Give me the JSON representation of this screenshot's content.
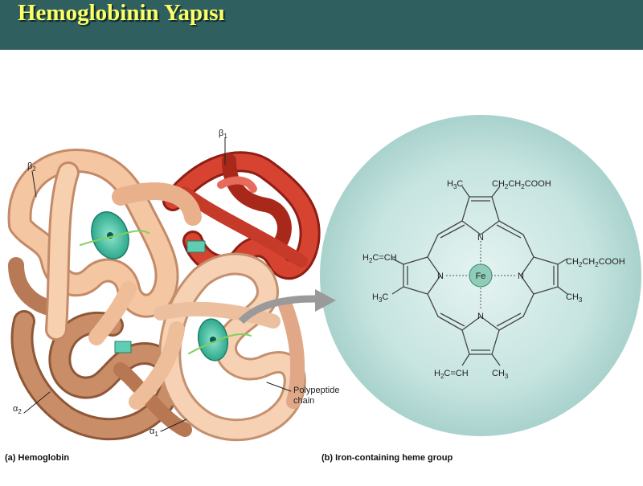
{
  "slide": {
    "title": "Hemoglobinin Yapısı",
    "header_bg": "#2f5f5e",
    "title_color": "#ffff66"
  },
  "figure_a": {
    "caption_tag": "(a)",
    "caption_text": "Hemoglobin",
    "labels": {
      "beta1_letter": "β",
      "beta1_sub": "1",
      "beta2_letter": "β",
      "beta2_sub": "2",
      "alpha1_letter": "α",
      "alpha1_sub": "1",
      "alpha2_letter": "α",
      "alpha2_sub": "2",
      "polypeptide_line1": "Polypeptide",
      "polypeptide_line2": "chain"
    },
    "colors": {
      "beta1": "#cc3a28",
      "beta2": "#f1c09c",
      "alpha1": "#f3c8a6",
      "alpha2": "#c98b66",
      "heme": "#49c5a8"
    }
  },
  "figure_b": {
    "caption_tag": "(b)",
    "caption_text": "Iron-containing heme group",
    "circle_color": "#bfe0dc",
    "groups": {
      "top_left": "H",
      "top_left_sub": "3",
      "top_left_tail": "C",
      "top_right": "CH",
      "top_right_sub": "2",
      "top_right_mid": "CH",
      "top_right_sub2": "2",
      "top_right_tail": "COOH",
      "left_upper_pre": "H",
      "left_upper_sub": "2",
      "left_upper_tail": "C=CH",
      "left_lower_pre": "H",
      "left_lower_sub": "3",
      "left_lower_tail": "C",
      "right_upper_pre": "CH",
      "right_upper_sub": "2",
      "right_upper_mid": "CH",
      "right_upper_sub2": "2",
      "right_upper_tail": "COOH",
      "right_lower_pre": "CH",
      "right_lower_sub": "3",
      "bottom_left_pre": "H",
      "bottom_left_sub": "2",
      "bottom_left_tail": "C=CH",
      "bottom_right_pre": "CH",
      "bottom_right_sub": "3"
    },
    "atoms": {
      "n_top": "N",
      "n_left": "N",
      "n_right": "N",
      "n_bottom": "N",
      "fe": "Fe"
    }
  }
}
